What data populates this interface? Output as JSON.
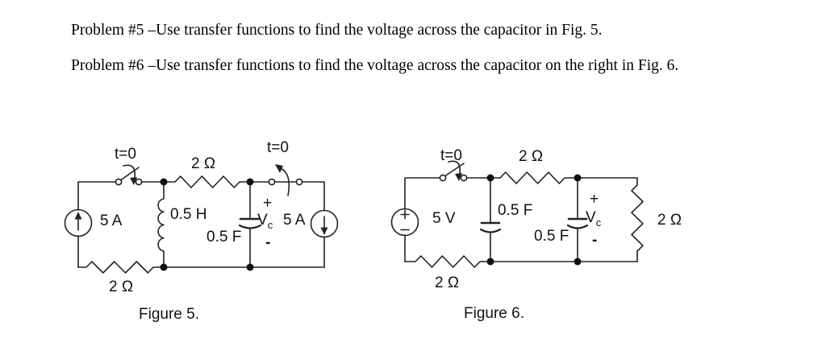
{
  "problems": {
    "p5": "Problem #5 –Use transfer functions to find the voltage across the capacitor in Fig. 5.",
    "p6": "Problem #6 –Use transfer functions to find the voltage across the capacitor on the right in Fig. 6."
  },
  "colors": {
    "ink": "#222222",
    "background": "#ffffff"
  },
  "figure5": {
    "caption": "Figure 5.",
    "switch_left_label": "t=0",
    "switch_right_label": "t=0",
    "top_resistor": "2 Ω",
    "bottom_resistor": "2 Ω",
    "left_source": "5 A",
    "right_source": "5 A",
    "inductor": "0.5 H",
    "capacitor": "0.5 F",
    "cap_plus": "+",
    "cap_v": "V",
    "cap_v_sub": "c",
    "cap_minus": "-"
  },
  "figure6": {
    "caption": "Figure 6.",
    "switch_label": "t=0",
    "top_resistor": "2 Ω",
    "bottom_resistor": "2 Ω",
    "right_resistor": "2 Ω",
    "source": "5 V",
    "left_capacitor": "0.5 F",
    "right_capacitor": "0.5 F",
    "cap_plus": "+",
    "cap_v": "V",
    "cap_v_sub": "c",
    "cap_minus": "-"
  }
}
